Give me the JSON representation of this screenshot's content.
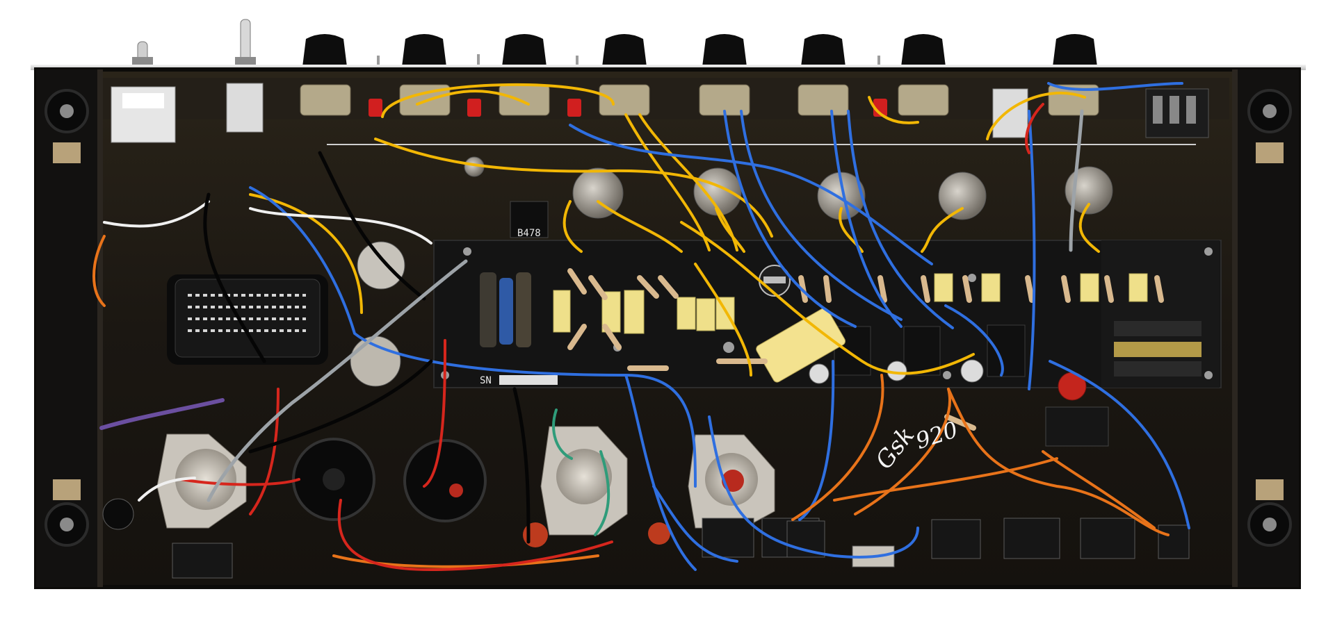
{
  "photo": {
    "subject": "amplifier-chassis-interior",
    "colors": {
      "chassis": "#1b1712",
      "chassis_edge": "#0c0b09",
      "faceplate": "#e9e9e9",
      "board": "#141414",
      "wire_yellow": "#f2b705",
      "wire_blue": "#2f6fe0",
      "wire_orange": "#e8731a",
      "wire_red": "#d6261d",
      "wire_white": "#f0f0f0",
      "wire_black": "#0a0a0a",
      "wire_gray": "#9da3a8",
      "wire_purple": "#6b4fa0",
      "wire_green": "#2f9c7a",
      "cap_yellow": "#efe08a",
      "tube_socket": "#c9c4bb",
      "knob": "#0d0d0d"
    }
  },
  "markings": {
    "board_label": "B478",
    "board_serial": "SN",
    "handwritten_initials": "Gsk",
    "handwritten_number": "920"
  }
}
